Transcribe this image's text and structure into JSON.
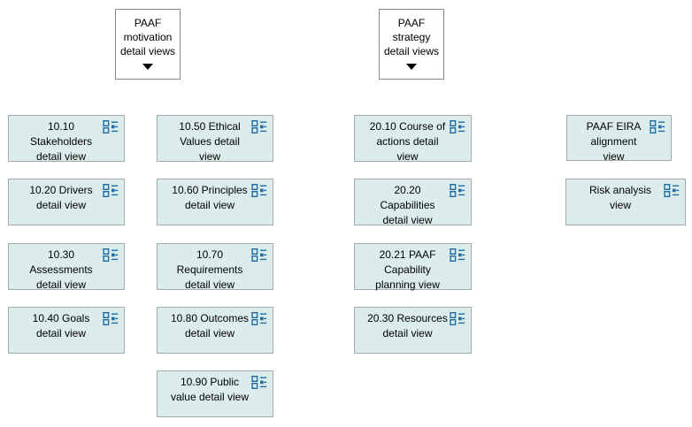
{
  "canvas": {
    "background": "#ffffff"
  },
  "colors": {
    "canvas_bg": "#ffffff",
    "view_fill": "#dcecea",
    "view_border": "#a2acac",
    "folder_fill": "#ffffff",
    "folder_border": "#8a8a8a",
    "icon_blue": "#1e6ba6",
    "text": "#000000"
  },
  "folders": [
    {
      "label": "PAAF\nmotivation\ndetail views",
      "icon": "triangle-down-icon"
    },
    {
      "label": "PAAF\nstrategy\ndetail views",
      "icon": "triangle-down-icon"
    }
  ],
  "views": [
    {
      "label": "10.10\nStakeholders\ndetail view",
      "icon": "diagram-view-icon"
    },
    {
      "label": "10.20 Drivers\ndetail view",
      "icon": "diagram-view-icon"
    },
    {
      "label": "10.30\nAssessments\ndetail view",
      "icon": "diagram-view-icon"
    },
    {
      "label": "10.40 Goals\ndetail view",
      "icon": "diagram-view-icon"
    },
    {
      "label": "10.50 Ethical\nValues detail\nview",
      "icon": "diagram-view-icon"
    },
    {
      "label": "10.60 Principles\ndetail view",
      "icon": "diagram-view-icon"
    },
    {
      "label": "10.70\nRequirements\ndetail view",
      "icon": "diagram-view-icon"
    },
    {
      "label": "10.80 Outcomes\ndetail view",
      "icon": "diagram-view-icon"
    },
    {
      "label": "10.90 Public\nvalue detail view",
      "icon": "diagram-view-icon"
    },
    {
      "label": "20.10 Course of\nactions detail\nview",
      "icon": "diagram-view-icon"
    },
    {
      "label": "20.20\nCapabilities\ndetail view",
      "icon": "diagram-view-icon"
    },
    {
      "label": "20.21 PAAF\nCapability\nplanning view",
      "icon": "diagram-view-icon"
    },
    {
      "label": "20.30 Resources\ndetail view",
      "icon": "diagram-view-icon"
    },
    {
      "label": "PAAF EIRA\nalignment\nview",
      "icon": "diagram-view-icon"
    },
    {
      "label": "Risk analysis\nview",
      "icon": "diagram-view-icon"
    }
  ]
}
